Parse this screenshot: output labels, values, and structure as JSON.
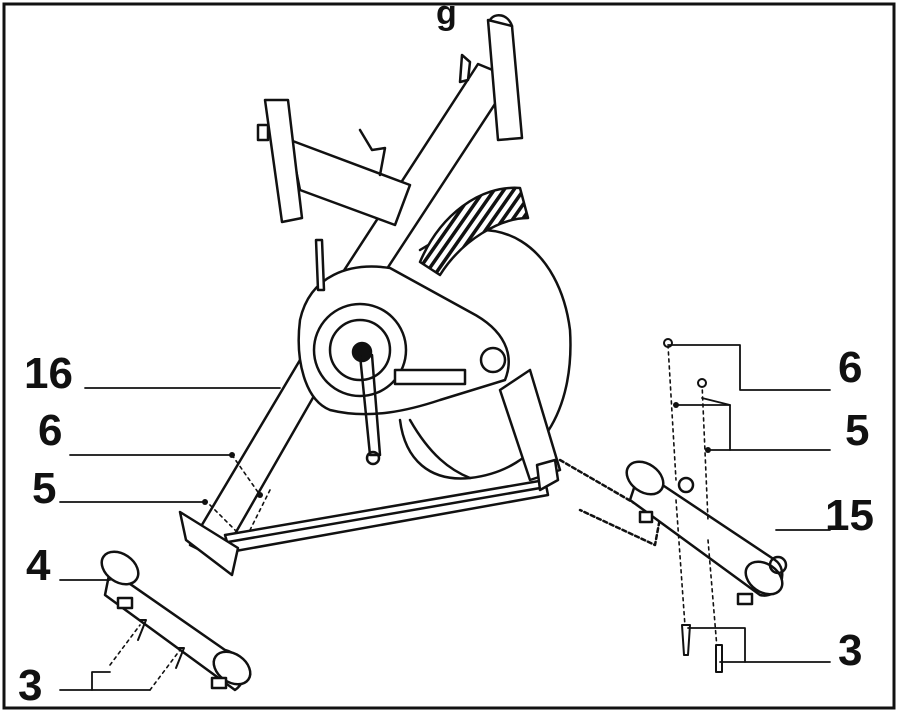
{
  "header": {
    "partial_title": "g"
  },
  "callouts": {
    "left_16": "16",
    "left_6": "6",
    "left_5": "5",
    "left_4": "4",
    "left_3": "3",
    "right_6": "6",
    "right_5": "5",
    "right_15": "15",
    "right_3": "3"
  }
}
